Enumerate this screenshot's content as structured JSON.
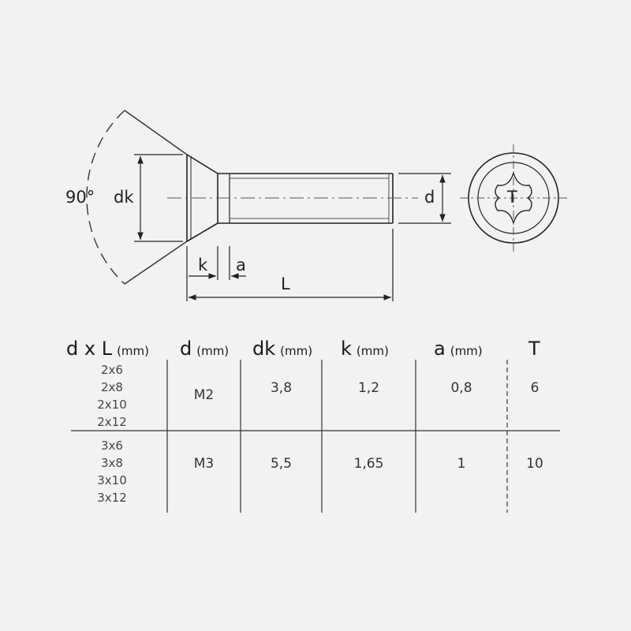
{
  "drawing": {
    "angle_label": "90°",
    "dk_label": "dk",
    "d_label": "d",
    "k_label": "k",
    "a_label": "a",
    "L_label": "L",
    "drive_label": "T"
  },
  "table": {
    "headers": [
      {
        "name": "d x L",
        "unit": "(mm)"
      },
      {
        "name": "d",
        "unit": "(mm)"
      },
      {
        "name": "dk",
        "unit": "(mm)"
      },
      {
        "name": "k",
        "unit": "(mm)"
      },
      {
        "name": "a",
        "unit": "(mm)"
      },
      {
        "name": "T",
        "unit": ""
      }
    ],
    "groups": [
      {
        "sizes": [
          "2x6",
          "2x8",
          "2x10",
          "2x12"
        ],
        "d": "M2",
        "dk": "3,8",
        "k": "1,2",
        "a": "0,8",
        "T": "6"
      },
      {
        "sizes": [
          "3x6",
          "3x8",
          "3x10",
          "3x12"
        ],
        "d": "M3",
        "dk": "5,5",
        "k": "1,65",
        "a": "1",
        "T": "10"
      }
    ]
  }
}
